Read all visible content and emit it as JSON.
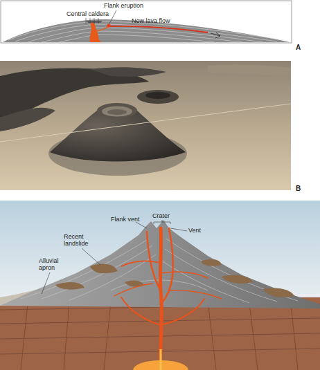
{
  "diagram": {
    "labels": [
      "Flank eruption",
      "Central caldera",
      "New lava flow",
      "A",
      "B",
      "Flank vent",
      "Crater",
      "Vent",
      "Recent landslide",
      "Alluvial apron"
    ]
  }
}
